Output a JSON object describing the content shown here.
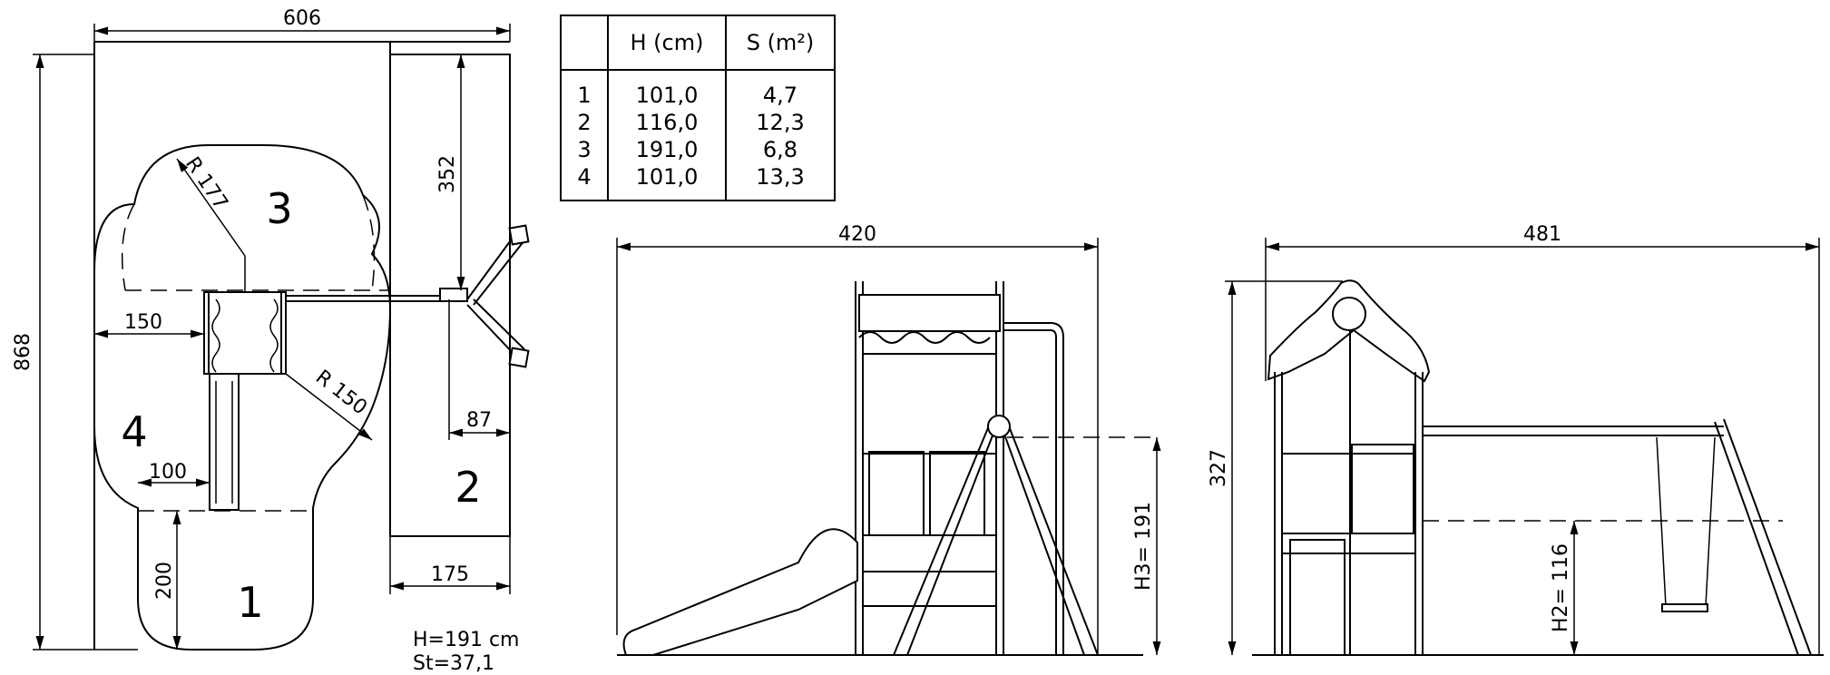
{
  "plan": {
    "width_dim": "606",
    "height_dim": "868",
    "dim_352": "352",
    "dim_150_left": "150",
    "dim_100": "100",
    "dim_200": "200",
    "dim_87": "87",
    "dim_175": "175",
    "radius_177": "R 177",
    "radius_150": "R 150",
    "zones": [
      "1",
      "2",
      "3",
      "4"
    ],
    "notes": [
      "H=191 cm",
      "St=37,1"
    ]
  },
  "table": {
    "headers": [
      "",
      "H (cm)",
      "S (m²)"
    ],
    "rows": [
      [
        "1",
        "101,0",
        "4,7"
      ],
      [
        "2",
        "116,0",
        "12,3"
      ],
      [
        "3",
        "191,0",
        "6,8"
      ],
      [
        "4",
        "101,0",
        "13,3"
      ]
    ]
  },
  "side_view": {
    "width_dim": "420",
    "height_label": "H3= 191"
  },
  "front_view": {
    "width_dim": "481",
    "height_dim": "327",
    "height_label": "H2= 116"
  }
}
